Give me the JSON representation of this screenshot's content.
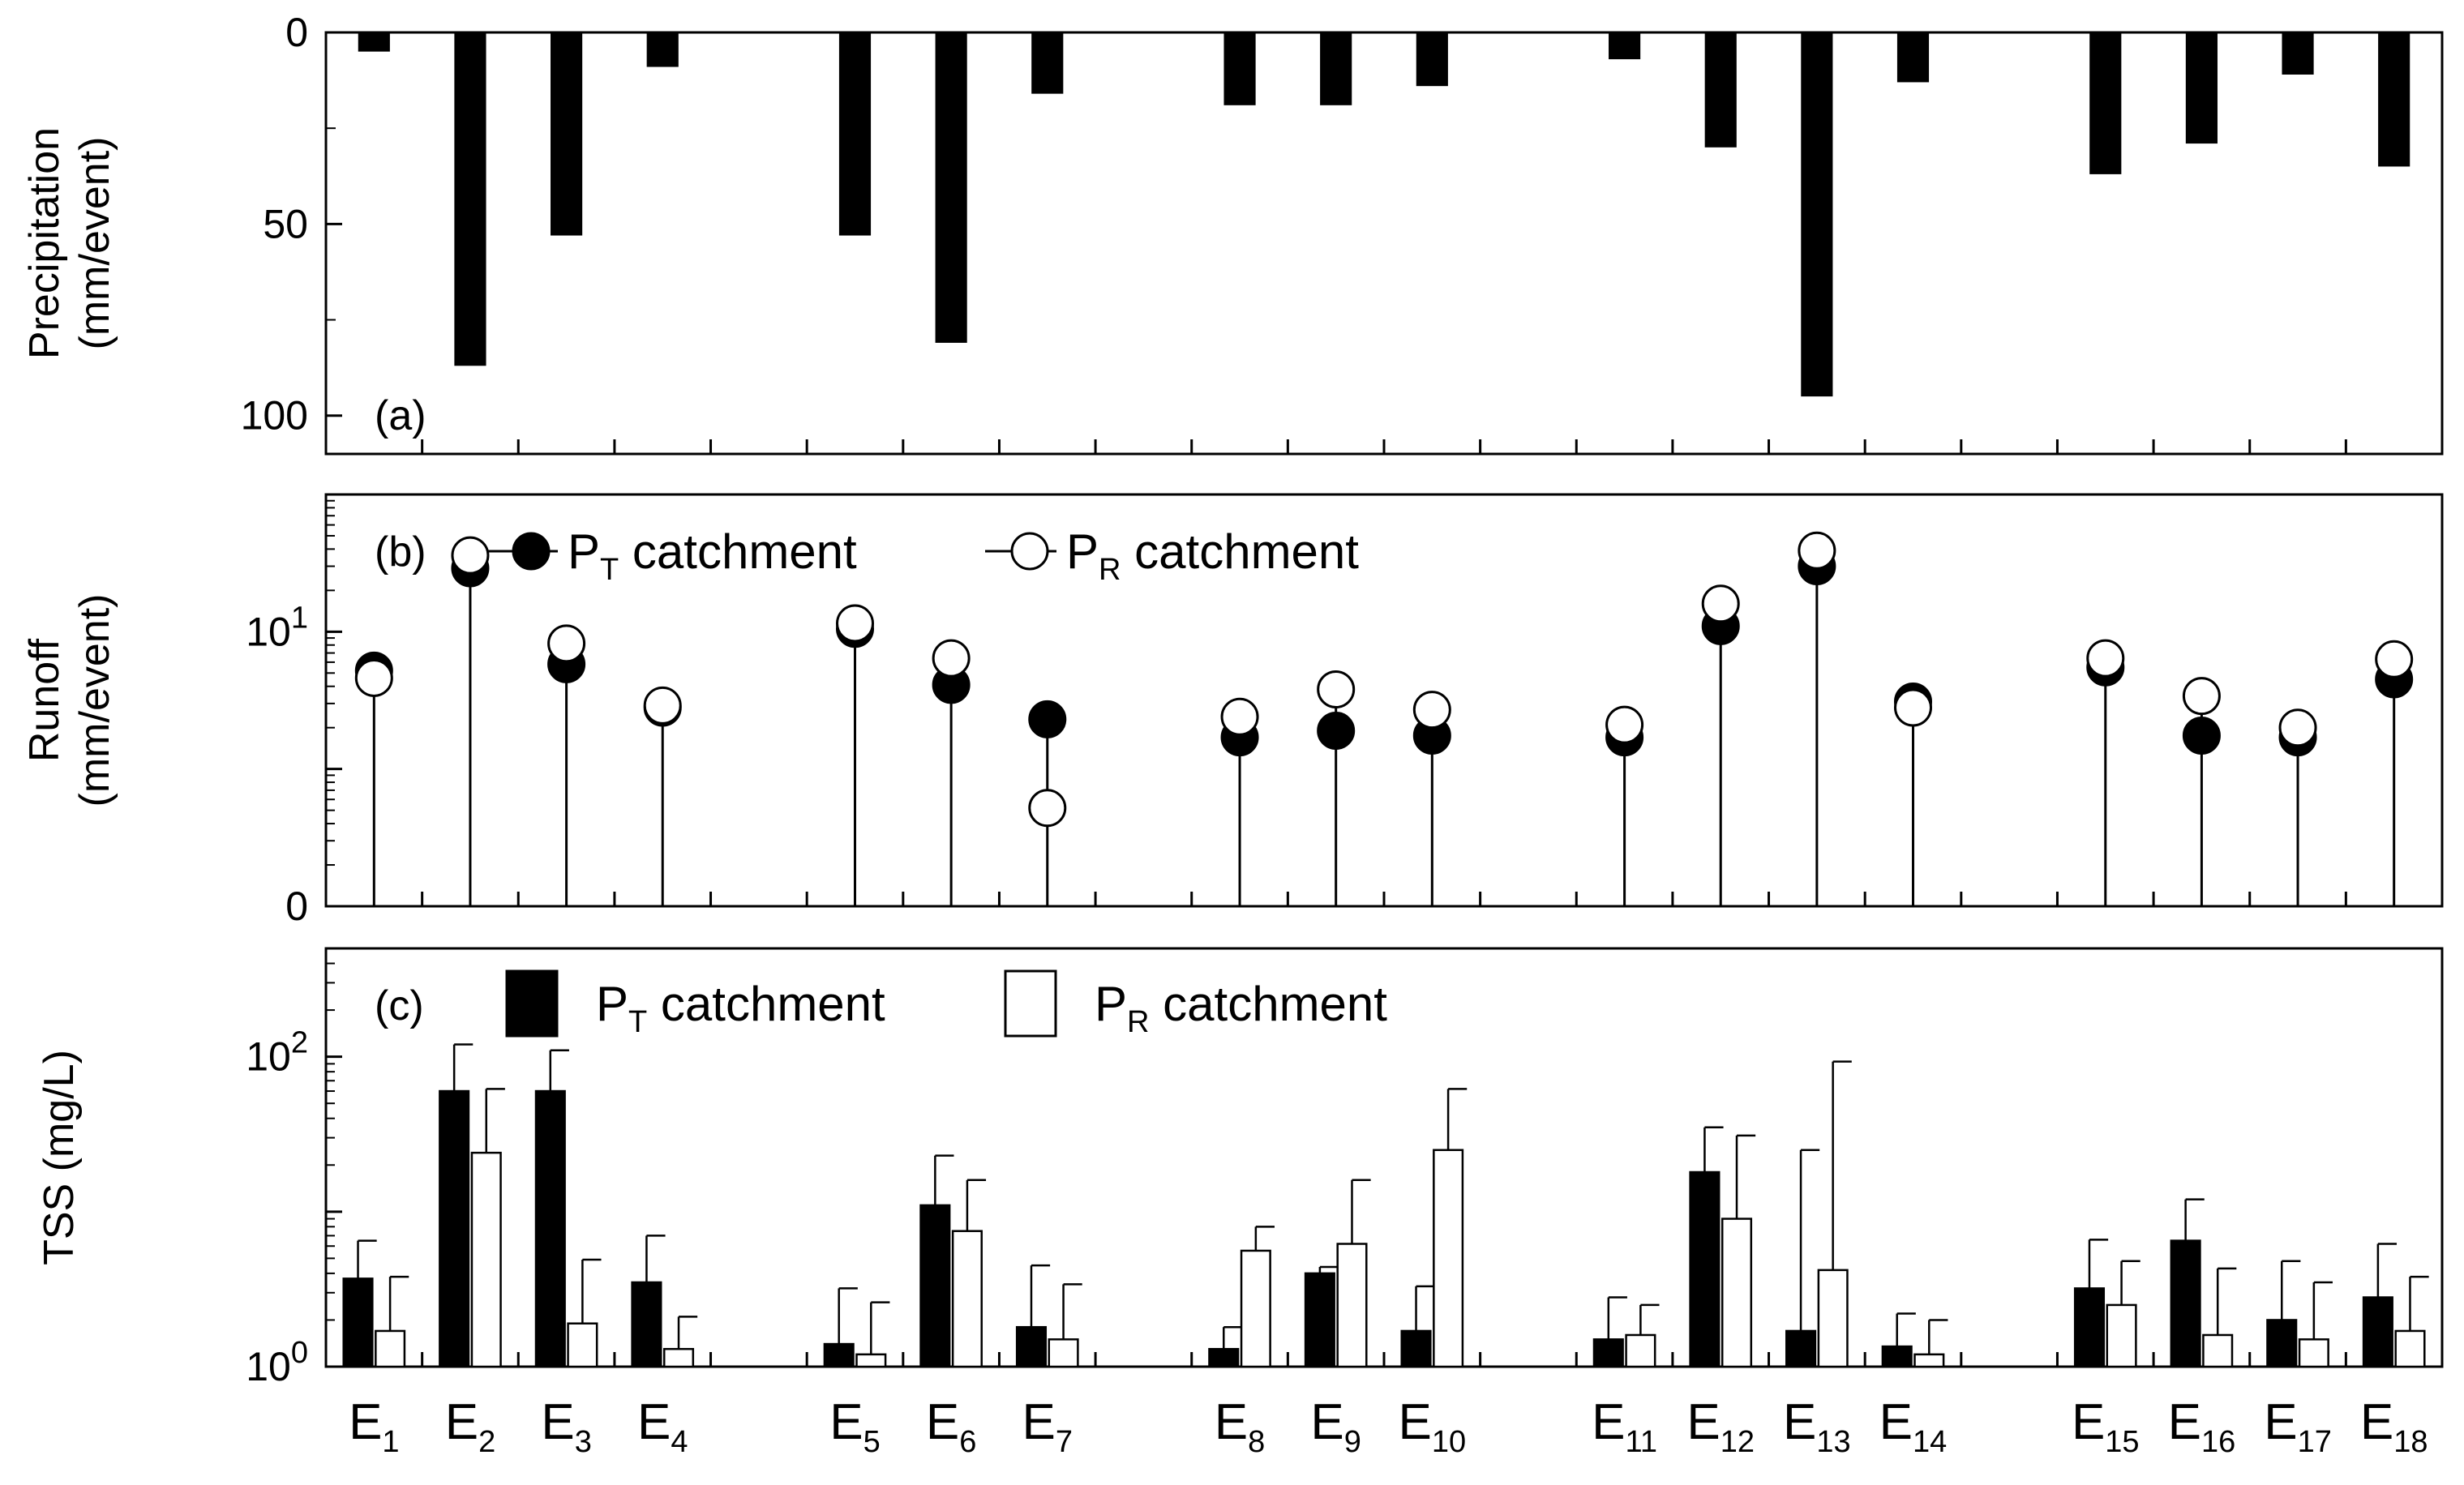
{
  "chart_data": [
    {
      "type": "bar",
      "panel_label": "(a)",
      "ylabel_lines": [
        "Precipitation",
        "(mm/event)"
      ],
      "y_inverted": true,
      "ylim": [
        0,
        110
      ],
      "yticks": [
        0,
        50,
        100
      ],
      "categories": [
        "E1",
        "E2",
        "E3",
        "E4",
        "E5",
        "E6",
        "E7",
        "E8",
        "E9",
        "E10",
        "E11",
        "E12",
        "E13",
        "E14",
        "E15",
        "E16",
        "E17",
        "E18"
      ],
      "values": [
        5,
        87,
        53,
        9,
        53,
        81,
        16,
        19,
        19,
        14,
        7,
        30,
        95,
        13,
        37,
        29,
        11,
        35
      ],
      "bar_color": "#000000"
    },
    {
      "type": "scatter",
      "panel_label": "(b)",
      "ylabel_lines": [
        "Runoff",
        "(mm/event)"
      ],
      "yscale": "log",
      "ylim": [
        0.1,
        100
      ],
      "yticks": [
        {
          "base": "0",
          "exp": ""
        },
        {
          "base": "10",
          "exp": "1"
        }
      ],
      "legend": [
        {
          "base": "P",
          "sub": "T",
          "rest": " catchment",
          "marker": "filled-circle"
        },
        {
          "base": "P",
          "sub": "R",
          "rest": " catchment",
          "marker": "open-circle"
        }
      ],
      "categories": [
        "E1",
        "E2",
        "E3",
        "E4",
        "E5",
        "E6",
        "E7",
        "E8",
        "E9",
        "E10",
        "E11",
        "E12",
        "E13",
        "E14",
        "E15",
        "E16",
        "E17",
        "E18"
      ],
      "series": [
        {
          "name": "PT catchment",
          "values": [
            5.2,
            29,
            5.8,
            2.8,
            10.5,
            4.1,
            2.3,
            1.7,
            1.9,
            1.75,
            1.7,
            11,
            30,
            3.1,
            5.5,
            1.75,
            1.7,
            4.5
          ]
        },
        {
          "name": "PR catchment",
          "values": [
            4.6,
            36,
            8.2,
            2.9,
            11.5,
            6.4,
            0.52,
            2.4,
            3.8,
            2.7,
            2.1,
            16,
            39,
            2.8,
            6.4,
            3.4,
            2.0,
            6.3
          ]
        }
      ]
    },
    {
      "type": "bar",
      "panel_label": "(c)",
      "ylabel_lines": [
        "TSS (mg/L)"
      ],
      "yscale": "log",
      "ylim": [
        1,
        500
      ],
      "yticks": [
        {
          "base": "10",
          "exp": "0"
        },
        {
          "base": "10",
          "exp": "2"
        }
      ],
      "legend": [
        {
          "base": "P",
          "sub": "T",
          "rest": " catchment",
          "fill": "#000000"
        },
        {
          "base": "P",
          "sub": "R",
          "rest": " catchment",
          "fill": "#ffffff"
        }
      ],
      "categories": [
        "E1",
        "E2",
        "E3",
        "E4",
        "E5",
        "E6",
        "E7",
        "E8",
        "E9",
        "E10",
        "E11",
        "E12",
        "E13",
        "E14",
        "E15",
        "E16",
        "E17",
        "E18"
      ],
      "category_labels": [
        {
          "base": "E",
          "sub": "1"
        },
        {
          "base": "E",
          "sub": "2"
        },
        {
          "base": "E",
          "sub": "3"
        },
        {
          "base": "E",
          "sub": "4"
        },
        {
          "base": "E",
          "sub": "5"
        },
        {
          "base": "E",
          "sub": "6"
        },
        {
          "base": "E",
          "sub": "7"
        },
        {
          "base": "E",
          "sub": "8"
        },
        {
          "base": "E",
          "sub": "9"
        },
        {
          "base": "E",
          "sub": "10"
        },
        {
          "base": "E",
          "sub": "11"
        },
        {
          "base": "E",
          "sub": "12"
        },
        {
          "base": "E",
          "sub": "13"
        },
        {
          "base": "E",
          "sub": "14"
        },
        {
          "base": "E",
          "sub": "15"
        },
        {
          "base": "E",
          "sub": "16"
        },
        {
          "base": "E",
          "sub": "17"
        },
        {
          "base": "E",
          "sub": "18"
        }
      ],
      "series": [
        {
          "name": "PT catchment",
          "values": [
            3.7,
            60,
            60,
            3.5,
            1.4,
            11,
            1.8,
            1.3,
            4.0,
            1.7,
            1.5,
            18,
            1.7,
            1.35,
            3.2,
            6.5,
            2.0,
            2.8
          ],
          "err_top": [
            6.5,
            120,
            110,
            7.0,
            3.2,
            23,
            4.5,
            1.8,
            4.4,
            3.3,
            2.8,
            35,
            25,
            2.2,
            6.6,
            12,
            4.8,
            6.2
          ]
        },
        {
          "name": "PR catchment",
          "values": [
            1.7,
            24,
            1.9,
            1.3,
            1.2,
            7.5,
            1.5,
            5.6,
            6.2,
            25,
            1.6,
            9.0,
            4.2,
            1.2,
            2.5,
            1.6,
            1.5,
            1.7
          ],
          "err_top": [
            3.8,
            62,
            4.9,
            2.1,
            2.6,
            16,
            3.4,
            8.0,
            16,
            62,
            2.5,
            31,
            93,
            2.0,
            4.8,
            4.3,
            3.5,
            3.8
          ]
        }
      ]
    }
  ]
}
